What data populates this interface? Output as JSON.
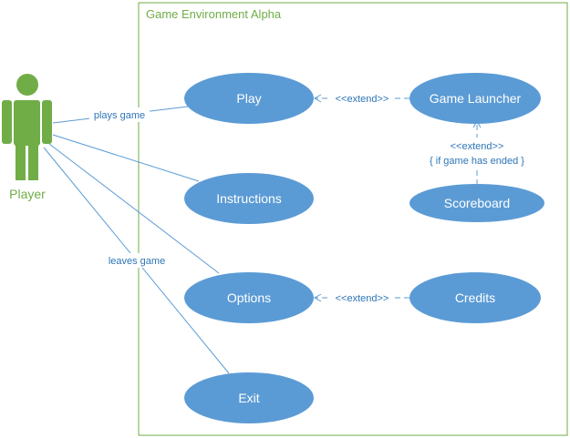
{
  "system": {
    "title": "Game Environment Alpha"
  },
  "actor": {
    "label": "Player",
    "icon": "stick-figure-icon"
  },
  "use_cases": [
    {
      "id": "play",
      "label": "Play"
    },
    {
      "id": "instructions",
      "label": "Instructions"
    },
    {
      "id": "options",
      "label": "Options"
    },
    {
      "id": "exit",
      "label": "Exit"
    },
    {
      "id": "launcher",
      "label": "Game Launcher"
    },
    {
      "id": "scoreboard",
      "label": "Scoreboard"
    },
    {
      "id": "credits",
      "label": "Credits"
    }
  ],
  "associations": [
    {
      "to": "play",
      "label": "plays game"
    },
    {
      "to": "instructions",
      "label": ""
    },
    {
      "to": "options",
      "label": ""
    },
    {
      "to": "exit",
      "label": "leaves game"
    }
  ],
  "extends": [
    {
      "from": "launcher",
      "to": "play",
      "label": "<<extend>>",
      "condition": ""
    },
    {
      "from": "scoreboard",
      "to": "launcher",
      "label": "<<extend>>",
      "condition": "{ if game has ended }"
    },
    {
      "from": "credits",
      "to": "options",
      "label": "<<extend>>",
      "condition": ""
    }
  ],
  "colors": {
    "ellipse_fill": "#5b9bd5",
    "ellipse_text": "#ffffff",
    "line": "#5b9bd5",
    "label_text": "#2e75b6",
    "actor": "#70ad47",
    "system_border": "#70ad47",
    "system_title": "#70ad47"
  }
}
